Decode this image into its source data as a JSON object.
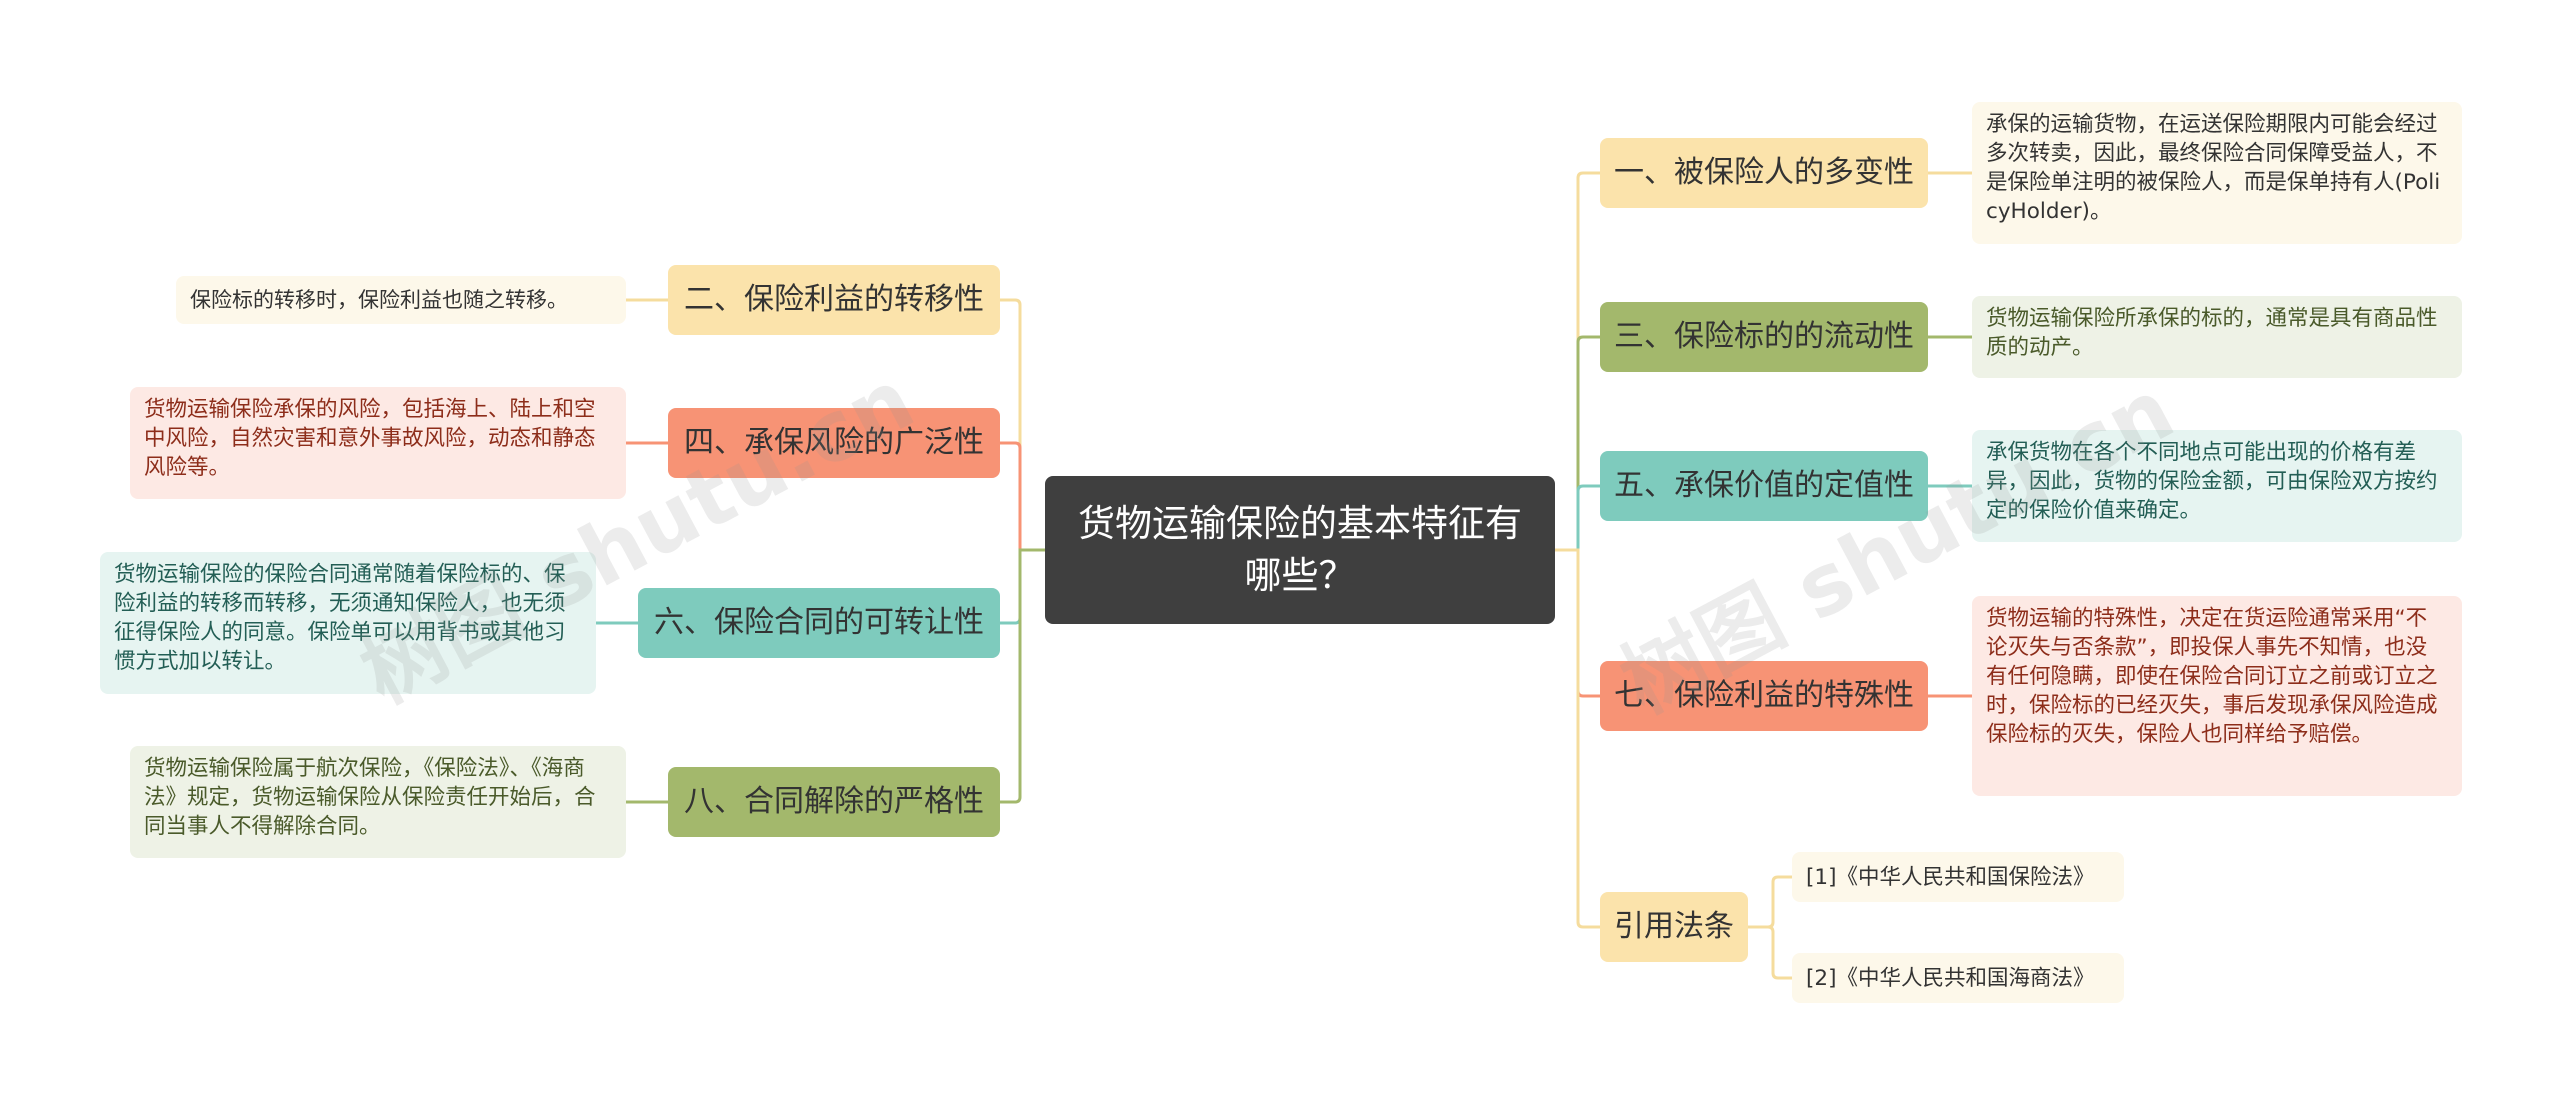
{
  "root": {
    "title": "货物运输保险的基本特征有哪些？"
  },
  "branches": {
    "b2": {
      "label": "二、保险利益的转移性",
      "leaf": "保险标的转移时，保险利益也随之转移。"
    },
    "b4": {
      "label": "四、承保风险的广泛性",
      "leaf": "货物运输保险承保的风险，包括海上、陆上和空中风险，自然灾害和意外事故风险，动态和静态风险等。"
    },
    "b6": {
      "label": "六、保险合同的可转让性",
      "leaf": "货物运输保险的保险合同通常随着保险标的、保险利益的转移而转移，无须通知保险人，也无须征得保险人的同意。保险单可以用背书或其他习惯方式加以转让。"
    },
    "b8": {
      "label": "八、合同解除的严格性",
      "leaf": "货物运输保险属于航次保险，《保险法》、《海商法》规定，货物运输保险从保险责任开始后，合同当事人不得解除合同。"
    },
    "b1": {
      "label": "一、被保险人的多变性",
      "leaf": "承保的运输货物，在运送保险期限内可能会经过多次转卖，因此，最终保险合同保障受益人，不是保险单注明的被保险人，而是保单持有人(PolicyHolder)。"
    },
    "b3": {
      "label": "三、保险标的的流动性",
      "leaf": "货物运输保险所承保的标的，通常是具有商品性质的动产。"
    },
    "b5": {
      "label": "五、承保价值的定值性",
      "leaf": "承保货物在各个不同地点可能出现的价格有差异，因此，货物的保险金额，可由保险双方按约定的保险价值来确定。"
    },
    "b7": {
      "label": "七、保险利益的特殊性",
      "leaf": "货物运输的特殊性，决定在货运险通常采用“不论灭失与否条款”，即投保人事先不知情，也没有任何隐瞒，即使在保险合同订立之前或订立之时，保险标的已经灭失，事后发现承保风险造成保险标的灭失，保险人也同样给予赔偿。"
    },
    "cite": {
      "label": "引用法条",
      "items": [
        "[1]《中华人民共和国保险法》",
        "[2]《中华人民共和国海商法》"
      ]
    }
  },
  "watermark": "树图 shutu.cn",
  "colors": {
    "root": "#3f3f3f",
    "yellow": "#fbe3ab",
    "green": "#a3b86c",
    "teal": "#7ecbbd",
    "orange": "#f79375"
  }
}
